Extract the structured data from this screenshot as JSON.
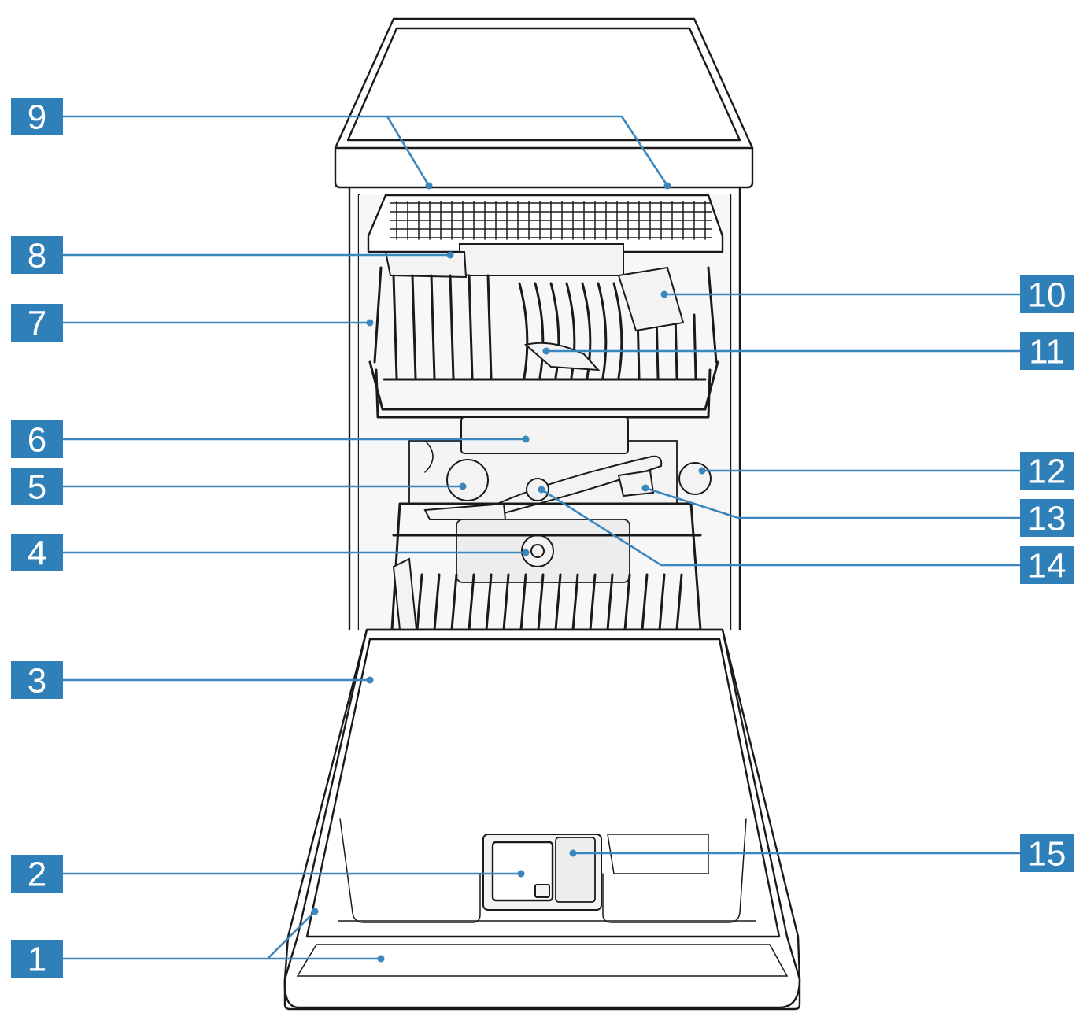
{
  "diagram": {
    "subject": "dishwasher-interior",
    "accent_color": "#2f7fb8",
    "callouts": [
      {
        "label": "1",
        "side": "left"
      },
      {
        "label": "2",
        "side": "left"
      },
      {
        "label": "3",
        "side": "left"
      },
      {
        "label": "4",
        "side": "left"
      },
      {
        "label": "5",
        "side": "left"
      },
      {
        "label": "6",
        "side": "left"
      },
      {
        "label": "7",
        "side": "left"
      },
      {
        "label": "8",
        "side": "left"
      },
      {
        "label": "9",
        "side": "left"
      },
      {
        "label": "10",
        "side": "right"
      },
      {
        "label": "11",
        "side": "right"
      },
      {
        "label": "12",
        "side": "right"
      },
      {
        "label": "13",
        "side": "right"
      },
      {
        "label": "14",
        "side": "right"
      },
      {
        "label": "15",
        "side": "right"
      }
    ]
  }
}
